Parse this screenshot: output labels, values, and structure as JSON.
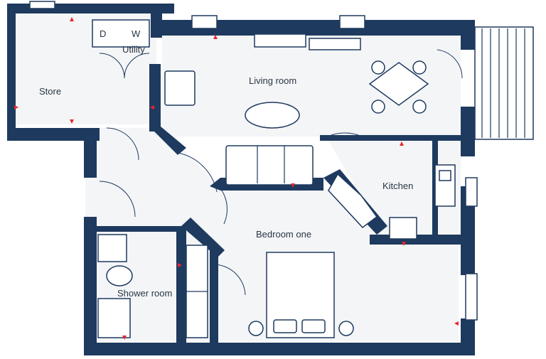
{
  "rooms": {
    "store": "Store",
    "utility": "Utility",
    "living": "Living room",
    "kitchen": "Kitchen",
    "bedroom": "Bedroom one",
    "shower": "Shower room"
  },
  "appliance_labels": {
    "dishwasher": "D",
    "washer": "W"
  },
  "colors": {
    "wall": "#1e3a5f",
    "floor": "#f4f5f7",
    "marker": "#e8262d"
  }
}
